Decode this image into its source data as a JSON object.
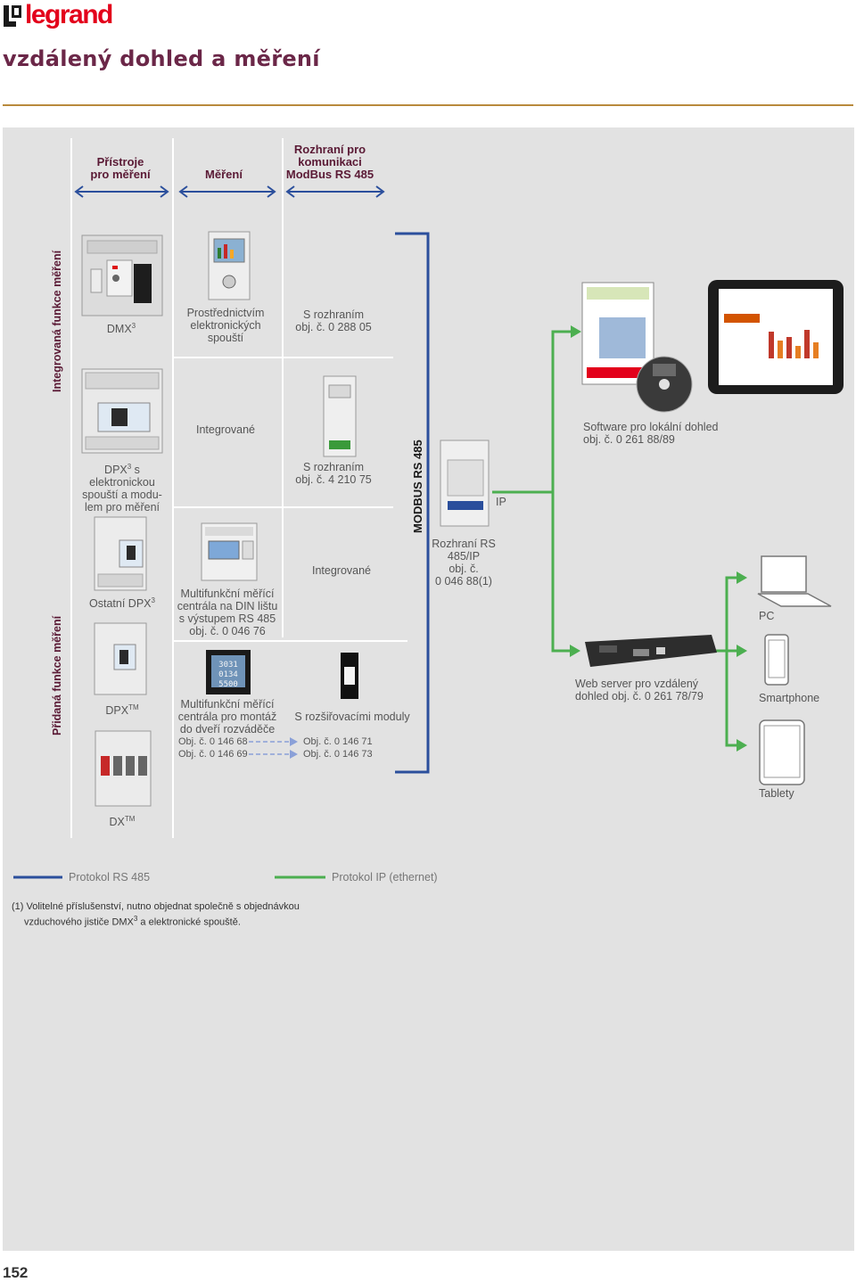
{
  "header": {
    "logo": "legrand",
    "title": "vzdálený dohled a měření"
  },
  "columns": {
    "c1": [
      "Přístroje",
      "pro měření"
    ],
    "c2": "Měření",
    "c3": [
      "Rozhraní pro",
      "komunikaci",
      "ModBus RS 485"
    ]
  },
  "rows": {
    "integrated": "Integrovaná funkce měření",
    "added": "Přidaná funkce měření"
  },
  "devices": {
    "dmx": {
      "name": "DMX",
      "sup": "3"
    },
    "dmx_measure": [
      "Prostřednictvím",
      "elektronických",
      "spouští"
    ],
    "dmx_iface": [
      "S rozhraním",
      "obj. č. 0 288 05"
    ],
    "integrated1": "Integrované",
    "dpx_elec": {
      "l1": "DPX",
      "sup": "3",
      "l1b": " s elektronickou",
      "l2": "spouští a modu-",
      "l3": "lem pro měření"
    },
    "dpx_iface": [
      "S rozhraním",
      "obj. č. 4 210 75"
    ],
    "other_dpx": {
      "name": "Ostatní DPX",
      "sup": "3"
    },
    "integrated2": "Integrované",
    "din_central": [
      "Multifunkční měřící",
      "centrála na DIN lištu",
      "s výstupem RS 485",
      "obj. č. 0 046 76"
    ],
    "dpx_tm": {
      "name": "DPX",
      "sup": "TM"
    },
    "door_central": [
      "Multifunkční měřící",
      "centrála pro montáž",
      "do dveří rozváděče"
    ],
    "door_refs": [
      "Obj. č. 0 146 68",
      "Obj. č. 0 146 69"
    ],
    "ext_modules": "S rozšiřovacími moduly",
    "ext_refs": [
      "Obj. č. 0 146 71",
      "Obj. č. 0 146 73"
    ],
    "dx": {
      "name": "DX",
      "sup": "TM"
    }
  },
  "bus": {
    "label": "MODBUS RS 485"
  },
  "gateway": [
    "Rozhraní RS",
    "485/IP",
    "obj. č.",
    "0 046 88(1)"
  ],
  "ip_label": "IP",
  "software": [
    "Software pro lokální dohled",
    "obj. č. 0 261 88/89"
  ],
  "webserver": [
    "Web server pro vzdálený",
    "dohled obj. č. 0 261 78/79"
  ],
  "clients": {
    "pc": "PC",
    "smartphone": "Smartphone",
    "tablet": "Tablety"
  },
  "legend": {
    "rs485": "Protokol RS 485",
    "ip": "Protokol IP (ethernet)"
  },
  "footnote": {
    "l1": "(1) Volitelné příslušenství, nutno objednat společně s objednávkou",
    "l2a": "vzduchového jističe DMX",
    "l2sup": "3",
    "l2b": " a elektronické spouště."
  },
  "page_number": "152",
  "colors": {
    "rs485": "#2b4f9c",
    "ip": "#4caf50",
    "brand": "#e3001b",
    "title": "#6b2748",
    "dashed": "#8aa0d8"
  }
}
